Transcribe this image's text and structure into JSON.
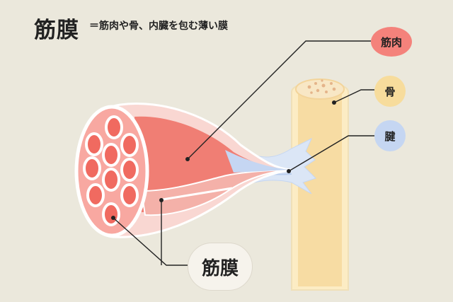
{
  "header": {
    "title": "筋膜",
    "subtitle": "＝筋肉や骨、内臓を包む薄い膜"
  },
  "labels": {
    "muscle": "筋肉",
    "bone": "骨",
    "tendon": "腱",
    "fascia": "筋膜"
  },
  "colors": {
    "background": "#ebe8dc",
    "muscle": "#f4827b",
    "bone": "#f7dc9c",
    "tendon": "#c5d6f2",
    "fascia_label_bg": "#f6f3ec"
  }
}
